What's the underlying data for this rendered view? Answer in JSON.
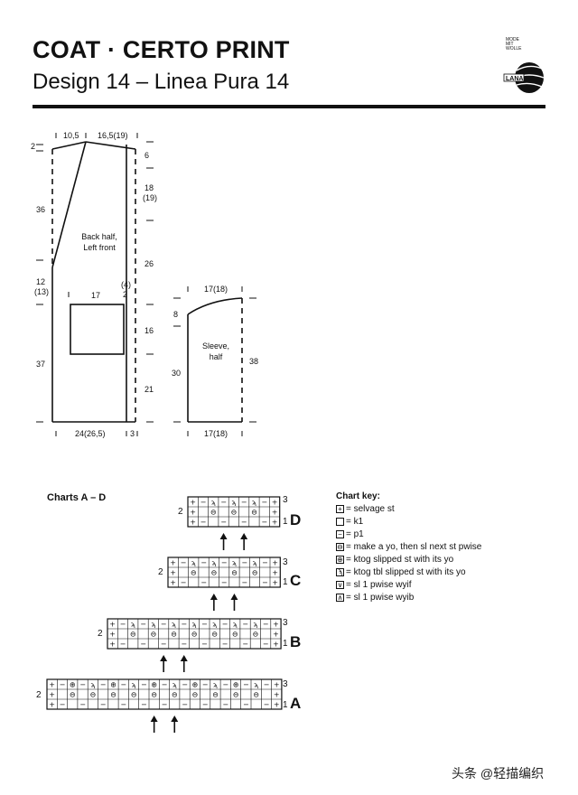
{
  "header": {
    "title": "COAT · CERTO PRINT",
    "subtitle": "Design 14 – Linea Pura 14",
    "logo_lines": [
      "MODE",
      "MIT",
      "WOLLE"
    ]
  },
  "schematic_back": {
    "name": "Back half, Left front",
    "label_line1": "Back half,",
    "label_line2": "Left front",
    "top_left": "10,5",
    "top_right": "16,5(19)",
    "left_top": "2",
    "left_36": "36",
    "left_12": "12",
    "left_13": "(13)",
    "left_37": "37",
    "right_6": "6",
    "right_18": "18",
    "right_19": "(19)",
    "right_26": "26",
    "right_16": "16",
    "right_21": "21",
    "pocket_width": "17",
    "pocket_side_a": "(4)",
    "pocket_side_b": "2",
    "bottom_width": "24(26,5)",
    "bottom_right": "3"
  },
  "schematic_sleeve": {
    "label_line1": "Sleeve,",
    "label_line2": "half",
    "top_width": "17(18)",
    "left_8": "8",
    "left_30": "30",
    "right_38": "38",
    "bottom_width": "17(18)"
  },
  "charts": {
    "title": "Charts A – D",
    "items": [
      {
        "letter": "D",
        "row_top": "3",
        "row_mid": "2",
        "row_bot": "1"
      },
      {
        "letter": "C",
        "row_top": "3",
        "row_mid": "2",
        "row_bot": "1"
      },
      {
        "letter": "B",
        "row_top": "3",
        "row_mid": "2",
        "row_bot": "1"
      },
      {
        "letter": "A",
        "row_top": "3",
        "row_mid": "2",
        "row_bot": "1"
      }
    ]
  },
  "chart_key": {
    "title": "Chart key:",
    "items": [
      {
        "icon": "selvage-icon",
        "text": "= selvage st"
      },
      {
        "icon": "k1-icon",
        "text": "= k1"
      },
      {
        "icon": "p1-icon",
        "text": "= p1"
      },
      {
        "icon": "yo-slip-icon",
        "text": "= make a yo, then sl next st pwise"
      },
      {
        "icon": "ktog-icon",
        "text": "= ktog slipped st with its yo"
      },
      {
        "icon": "ktog-tbl-icon",
        "text": "= ktog tbl slipped st with its yo"
      },
      {
        "icon": "sl-wyif-icon",
        "text": "= sl 1 pwise wyif"
      },
      {
        "icon": "sl-wyib-icon",
        "text": "= sl 1 pwise wyib"
      }
    ]
  },
  "watermark": "头条 @轻描编织"
}
